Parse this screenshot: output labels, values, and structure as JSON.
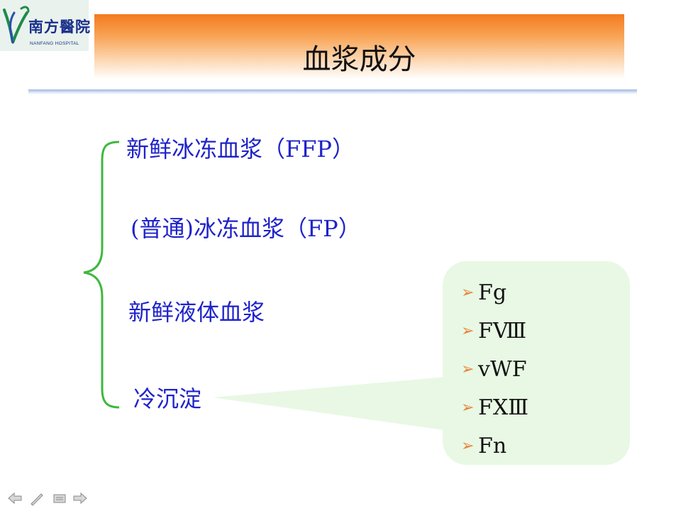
{
  "logo": {
    "name_cn": "南方醫院",
    "name_en": "NANFANG HOSPITAL"
  },
  "title": "血浆成分",
  "left_items": [
    "新鲜冰冻血浆（FFP）",
    "(普通)冰冻血浆（FP）",
    "新鲜液体血浆",
    "冷沉淀"
  ],
  "factors": [
    "Fg",
    "FⅧ",
    "vWF",
    "FⅩⅢ",
    "Fn"
  ],
  "colors": {
    "item_text": "#1f23c9",
    "brace": "#3db83d",
    "box_fill": "#e8f8e4",
    "bullet": "#e8853a",
    "title_gradient_top": "#f47a1e"
  },
  "icons": {
    "bullet": "arrow-bullet-icon",
    "nav": [
      "prev-icon",
      "pen-icon",
      "menu-icon",
      "next-icon"
    ]
  }
}
